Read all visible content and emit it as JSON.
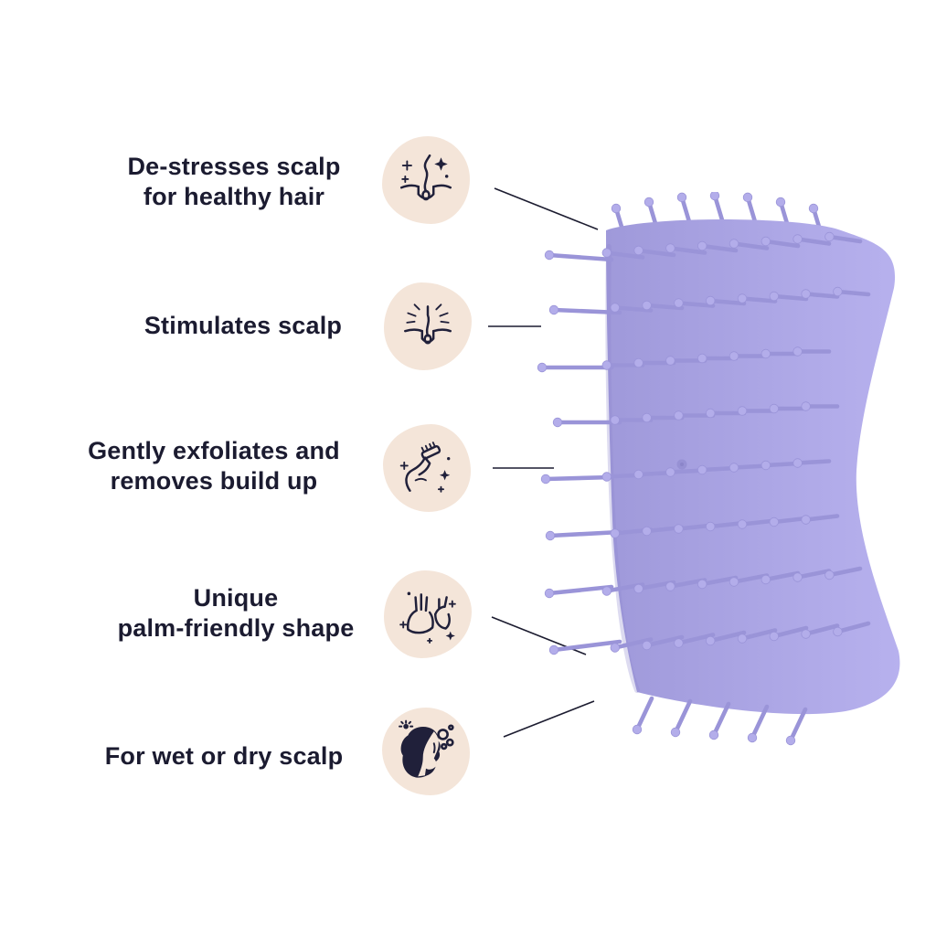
{
  "page": {
    "background": "#ffffff"
  },
  "features": [
    {
      "label": "De-stresses scalp\nfor healthy hair",
      "icon": "hair-follicle-sparkles-icon"
    },
    {
      "label": "Stimulates scalp",
      "icon": "hair-follicle-stimulate-icon"
    },
    {
      "label": "Gently exfoliates and\nremoves build up",
      "icon": "hand-with-comb-icon"
    },
    {
      "label": "Unique\npalm-friendly shape",
      "icon": "open-palms-sparkles-icon"
    },
    {
      "label": "For wet or dry scalp",
      "icon": "woman-head-bubbles-icon"
    }
  ],
  "colors": {
    "text": "#1b1b30",
    "line": "#1c1c30",
    "icon_blob": "#f4e5d9",
    "icon_ink": "#20203a",
    "brush_body_light": "#b7b1ee",
    "brush_body_dark": "#9f99da",
    "bristle_shaft": "#9a94d8",
    "bristle_tip": "#b3adea",
    "pivot": "#9791d4"
  }
}
